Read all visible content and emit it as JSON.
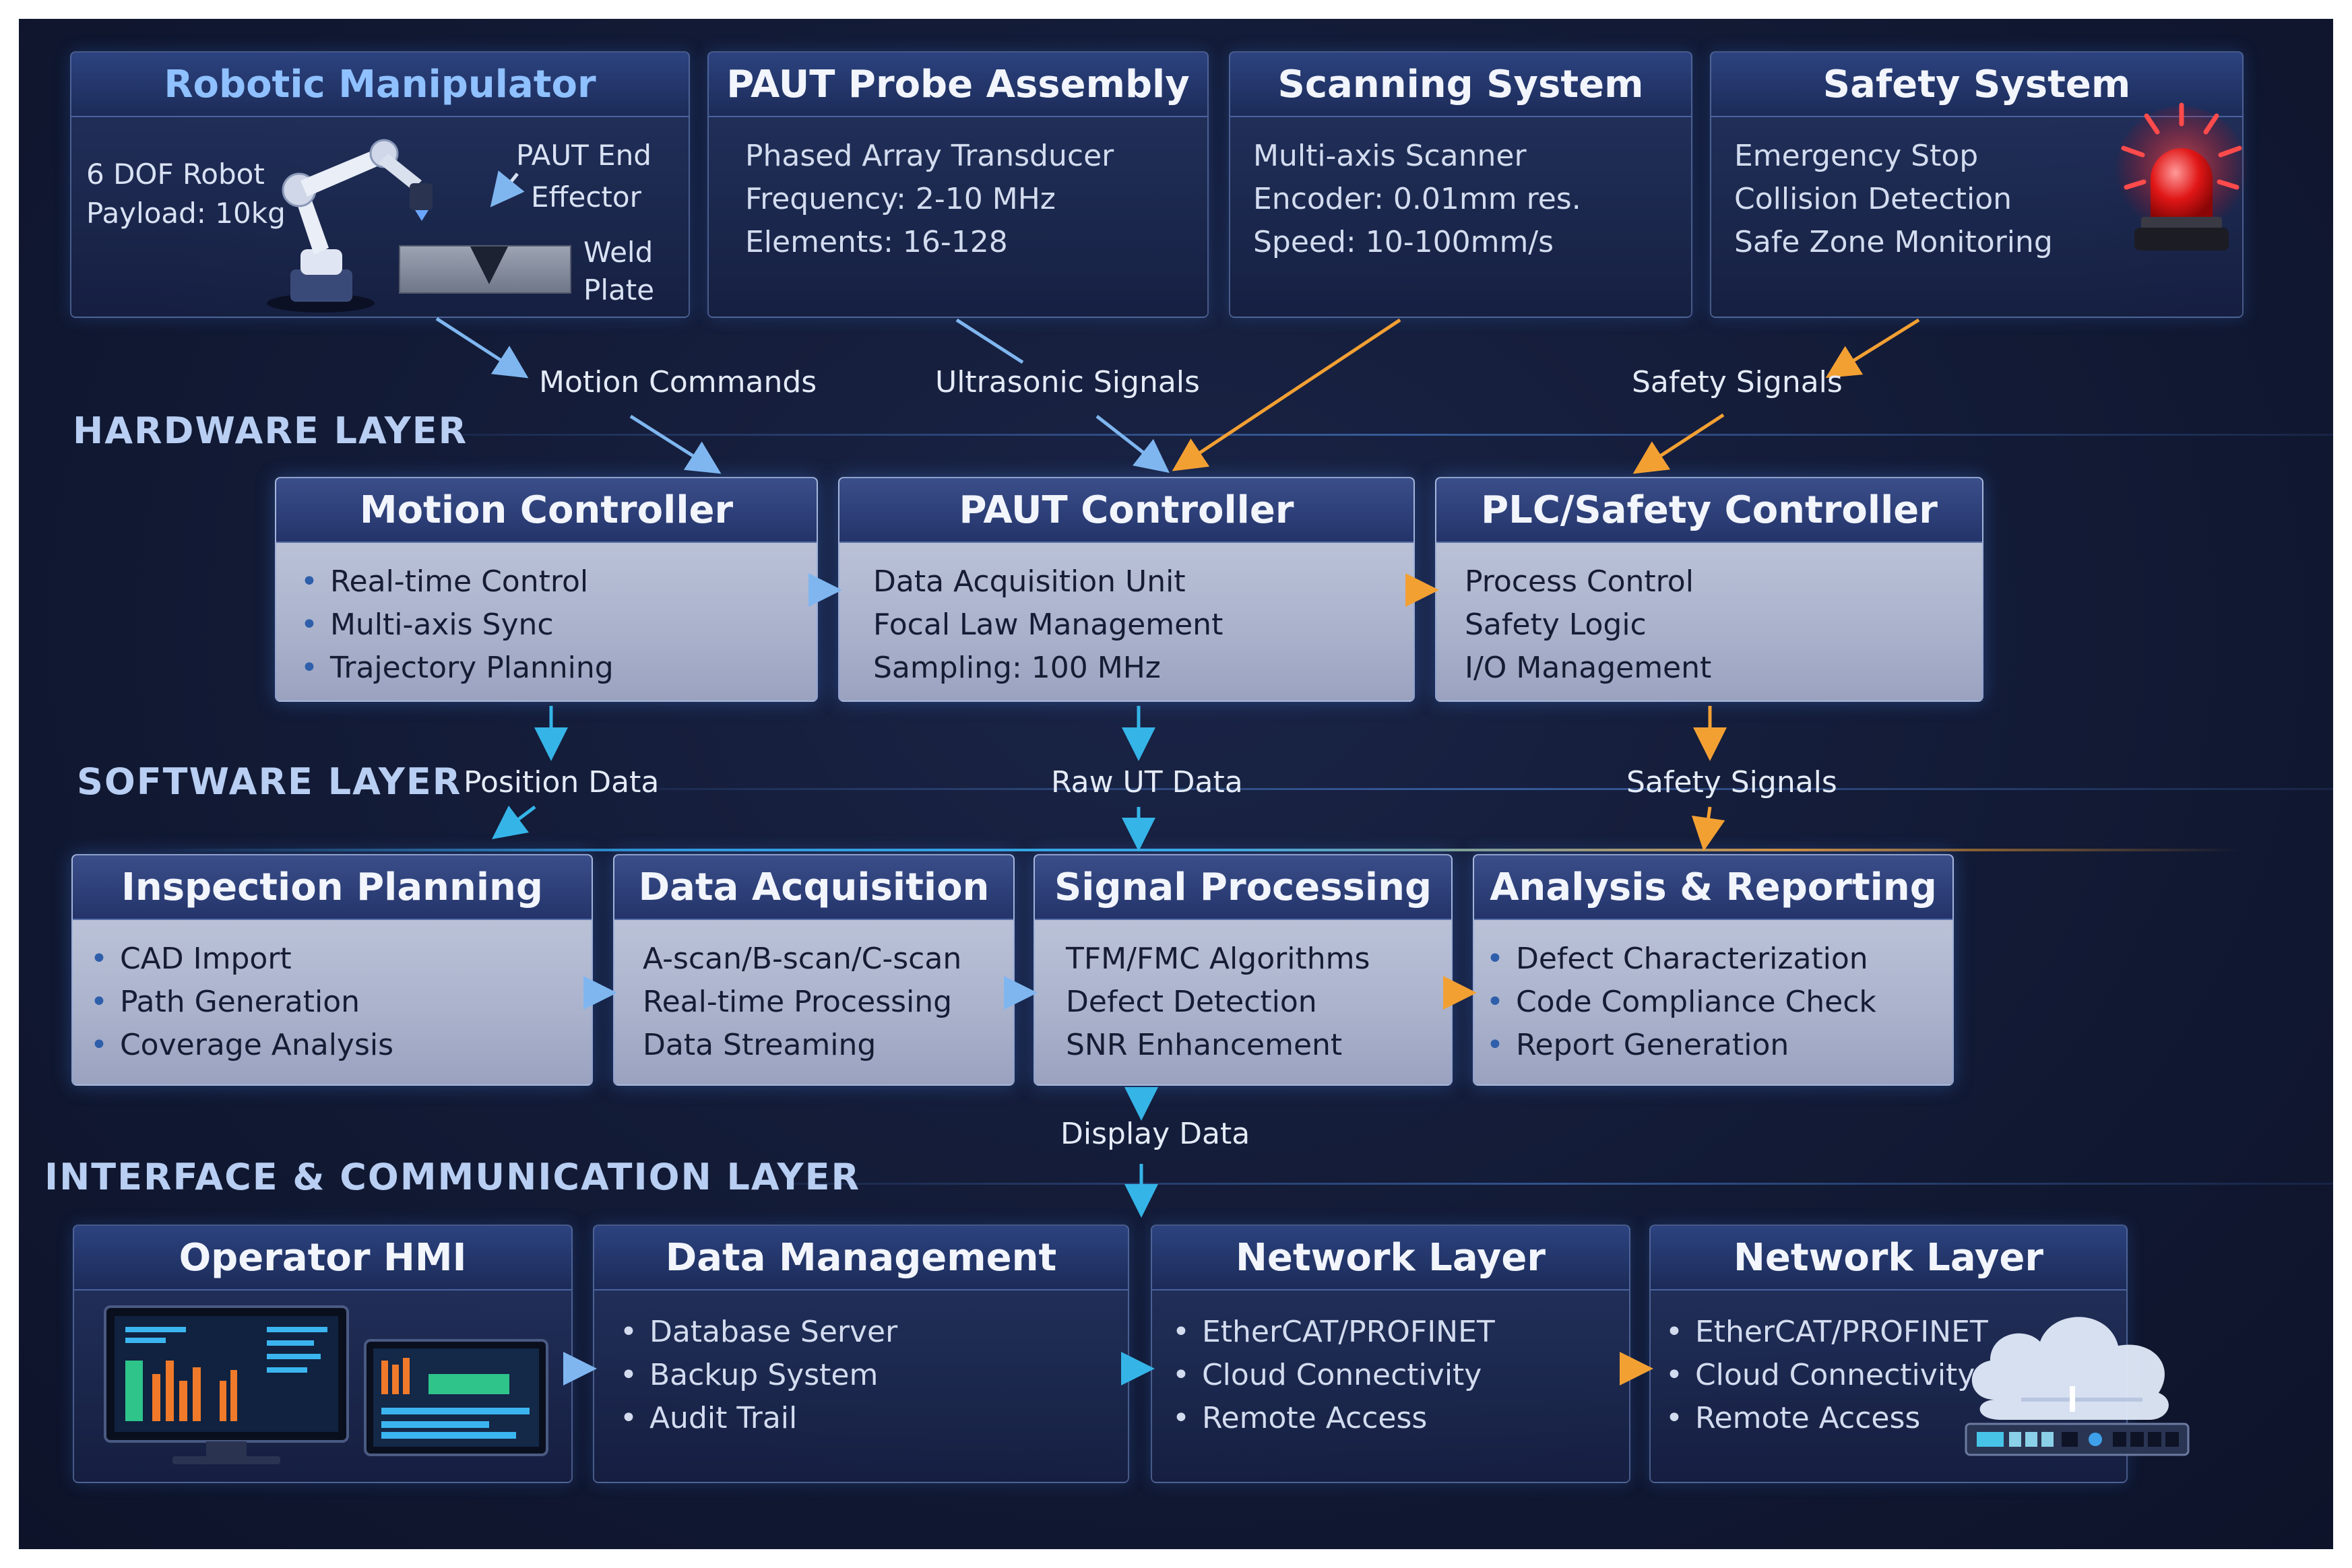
{
  "layers": {
    "hardware": "HARDWARE LAYER",
    "software": "SOFTWARE LAYER",
    "interface": "INTERFACE & COMMUNICATION LAYER"
  },
  "hardware_boxes": {
    "robotic_manipulator": {
      "title": "Robotic Manipulator",
      "spec1": "6 DOF Robot",
      "spec2": "Payload: 10kg",
      "end_effector_1": "PAUT End",
      "end_effector_2": "Effector",
      "weld_1": "Weld",
      "weld_2": "Plate"
    },
    "probe": {
      "title": "PAUT Probe Assembly",
      "items": [
        "Phased Array Transducer",
        "Frequency: 2-10 MHz",
        "Elements: 16-128"
      ]
    },
    "scanning": {
      "title": "Scanning System",
      "items": [
        "Multi-axis Scanner",
        "Encoder: 0.01mm res.",
        "Speed: 10-100mm/s"
      ]
    },
    "safety": {
      "title": "Safety System",
      "items": [
        "Emergency Stop",
        "Collision Detection",
        "Safe Zone Monitoring"
      ]
    }
  },
  "hardware_links": {
    "motion": "Motion Commands",
    "ultrasonic": "Ultrasonic Signals",
    "safety": "Safety Signals"
  },
  "controllers": {
    "motion": {
      "title": "Motion Controller",
      "items": [
        "Real-time Control",
        "Multi-axis Sync",
        "Trajectory Planning"
      ]
    },
    "paut": {
      "title": "PAUT Controller",
      "items": [
        "Data Acquisition Unit",
        "Focal Law Management",
        "Sampling: 100 MHz"
      ]
    },
    "plc": {
      "title": "PLC/Safety Controller",
      "items": [
        "Process Control",
        "Safety Logic",
        "I/O Management"
      ]
    }
  },
  "software_links": {
    "position": "Position Data",
    "raw_ut": "Raw UT Data",
    "safety": "Safety Signals"
  },
  "software_boxes": {
    "planning": {
      "title": "Inspection Planning",
      "items": [
        "CAD Import",
        "Path Generation",
        "Coverage Analysis"
      ]
    },
    "acquisition": {
      "title": "Data Acquisition",
      "items": [
        "A-scan/B-scan/C-scan",
        "Real-time Processing",
        "Data Streaming"
      ]
    },
    "signal": {
      "title": "Signal Processing",
      "items": [
        "TFM/FMC Algorithms",
        "Defect Detection",
        "SNR Enhancement"
      ]
    },
    "analysis": {
      "title": "Analysis & Reporting",
      "items": [
        "Defect Characterization",
        "Code Compliance Check",
        "Report Generation"
      ]
    }
  },
  "display_link": "Display Data",
  "interface_boxes": {
    "hmi": {
      "title": "Operator HMI"
    },
    "data_mgmt": {
      "title": "Data Management",
      "items": [
        "Database Server",
        "Backup System",
        "Audit Trail"
      ]
    },
    "network1": {
      "title": "Network Layer",
      "items": [
        "EtherCAT/PROFINET",
        "Cloud Connectivity",
        "Remote Access"
      ]
    },
    "network2": {
      "title": "Network Layer",
      "items": [
        "EtherCAT/PROFINET",
        "Cloud Connectivity",
        "Remote Access"
      ]
    }
  },
  "colors": {
    "cyan": "#35b4e8",
    "orange": "#f3a033",
    "light_blue": "#7fb6f0",
    "title_blue": "#8fc0ff"
  }
}
